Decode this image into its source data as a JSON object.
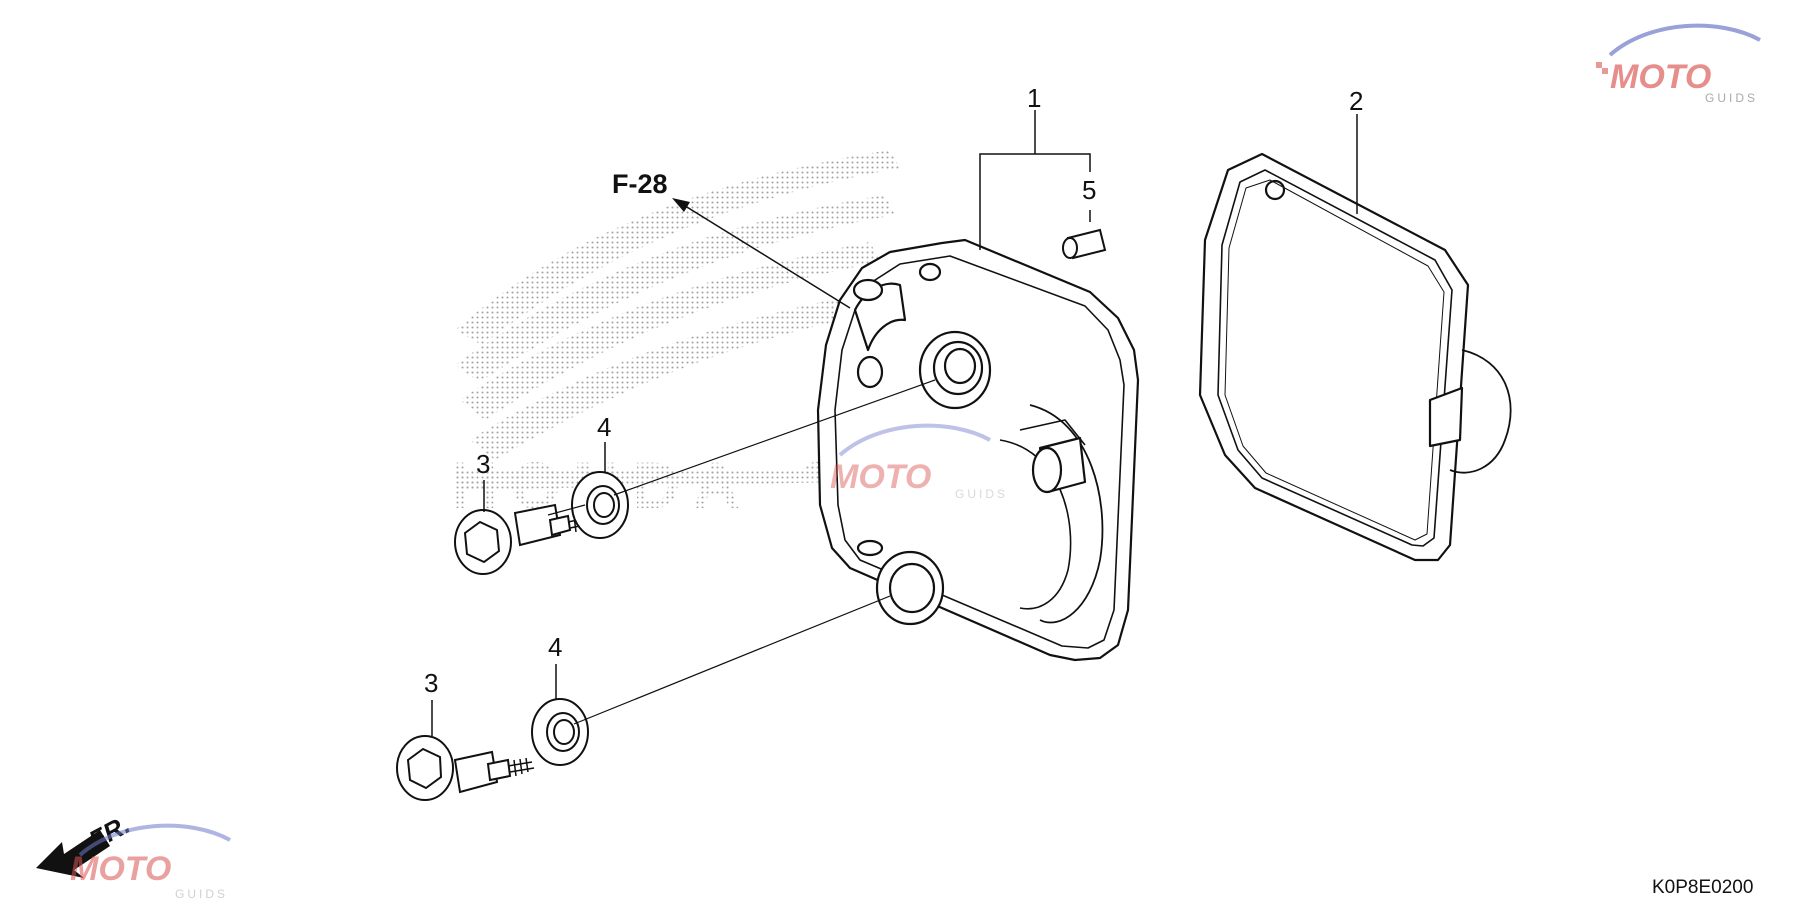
{
  "diagram": {
    "reference_label": "F-28",
    "diagram_code": "K0P8E0200",
    "front_indicator": "FR.",
    "callouts": [
      {
        "number": "1"
      },
      {
        "number": "2"
      },
      {
        "number": "3"
      },
      {
        "number": "3"
      },
      {
        "number": "4"
      },
      {
        "number": "4"
      },
      {
        "number": "5"
      }
    ]
  },
  "background_logo": {
    "lettering": "HONDA"
  },
  "watermark": {
    "brand": "MOTO",
    "sub": "GUIDS"
  },
  "colors": {
    "line": "#111111",
    "watermark_red": "#d9534f",
    "watermark_blue": "#6f79c9",
    "dots": "#9a9a9a"
  }
}
